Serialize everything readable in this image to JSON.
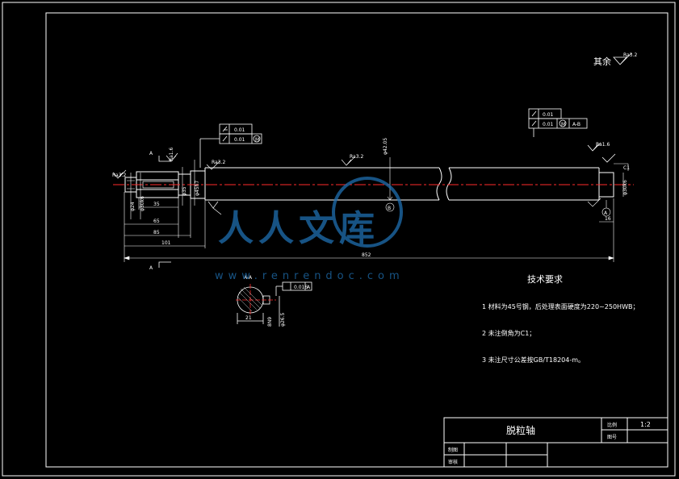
{
  "surface_note": {
    "text": "其余"
  },
  "roughness": {
    "surface_default": "Ra3.2",
    "tip_left": "Ra3.2",
    "left_hub": "Ra1.6",
    "left_shoulder": "Ra3.2",
    "mid_bottom": "Ra3.2",
    "mid_top": "Ra3.2",
    "right_top": "Ra1.6",
    "right_bottom": "Ra3.2"
  },
  "tolerances": {
    "left_frame": [
      {
        "symbol": "cylindricity",
        "value": "0.01",
        "datum": ""
      },
      {
        "symbol": "runout",
        "value": "0.01",
        "datum": "M"
      }
    ],
    "right_frame": [
      {
        "symbol": "cylindricity",
        "value": "0.01",
        "datum": ""
      },
      {
        "symbol": "runout",
        "value": "0.01",
        "datum": "M",
        "ref": "A-B"
      }
    ],
    "section_frame": {
      "value": "0.016",
      "datum": "A"
    }
  },
  "dimensions": {
    "d_35": "35",
    "d_65": "65",
    "d_85": "85",
    "d_101": "101",
    "d_852": "852",
    "d_16": "16",
    "d_21": "21",
    "left_hub_dia": "φ30k6",
    "left_tip_dia": "φ24",
    "left_shoulder_dia": "φ35",
    "main_dia": "φ45h7",
    "mid_dia": "φ42.05",
    "right_dia": "φ30k6",
    "section_depth": "φ26.5",
    "key_width": "8N9"
  },
  "datum_labels": {
    "section_top": "A",
    "section_bottom": "A",
    "datum_b": "B",
    "datum_a": "A",
    "chamfer_right": "C1",
    "section_view": "A-A"
  },
  "tech_requirements": {
    "title": "技术要求",
    "items": [
      "1  材料为45号钢，后处理表面硬度为220~250HWB；",
      "2  未注倒角为C1；",
      "3  未注尺寸公差按GB/T18204-m。"
    ]
  },
  "title_block": {
    "part_name": "脱粒轴",
    "scale_label": "比例",
    "scale_value": "1:2",
    "drawing_no_label": "图号",
    "drawn_by_label": "制图",
    "reviewed_by_label": "审核"
  },
  "watermark": {
    "brand": "人人文库",
    "url": "www.renrendoc.com"
  },
  "colors": {
    "background": "#000000",
    "line": "#ffffff",
    "centerline": "#ff2a2a",
    "watermark": "#1f6fb0"
  }
}
